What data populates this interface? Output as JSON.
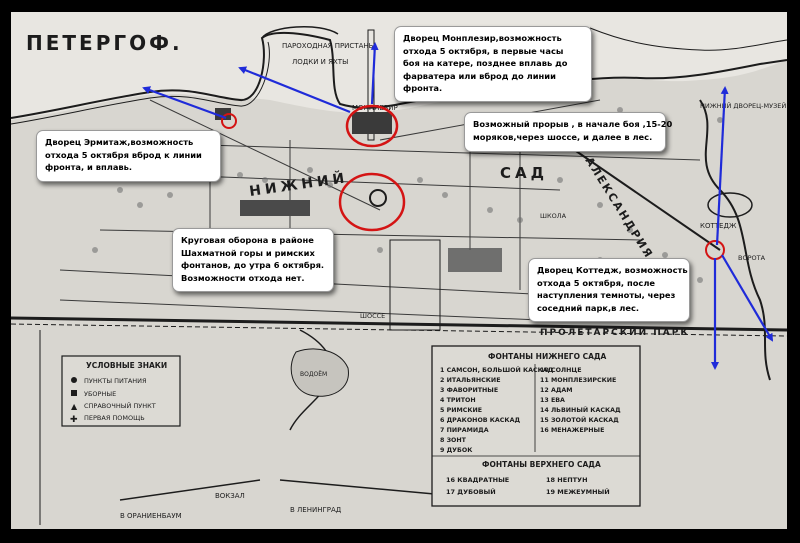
{
  "map": {
    "title": "ПЕТЕРГОФ.",
    "labels": {
      "pier": "ПАРОХОДНАЯ ПРИСТАНЬ",
      "boats": "ЛОДКИ И ЯХТЫ",
      "monplaisir": "МОНПЛЕЗИР",
      "lower": "НИЖНИЙ",
      "garden": "САД",
      "alexandria": "АЛЕКСАНДРИЯ",
      "nizhny_palace": "НИЖНИЙ ДВОРЕЦ-МУЗЕЙ",
      "cottage": "КОТТЕДЖ",
      "gate": "ВОРОТА",
      "proletarsky": "ПРОЛЕТАРСКИЙ ПАРК",
      "station": "ВОКЗАЛ",
      "leningrad": "В ЛЕНИНГРАД",
      "oranienbaum": "В ОРАНИЕНБАУМ",
      "school": "ШКОЛА",
      "reservoir": "ВОДОЁМ",
      "roadside": "ШОССЕ"
    },
    "legend": {
      "title": "УСЛОВНЫЕ ЗНАКИ",
      "items": [
        "ПУНКТЫ ПИТАНИЯ",
        "УБОРНЫЕ",
        "СПРАВОЧНЫЙ ПУНКТ",
        "ПЕРВАЯ ПОМОЩЬ"
      ]
    },
    "fountains": {
      "title_lower": "ФОНТАНЫ НИЖНЕГО САДА",
      "left_col": [
        "1 САМСОН, БОЛЬШОЙ КАСКАД",
        "2 ИТАЛЬЯНСКИЕ",
        "3 ФАВОРИТНЫЕ",
        "4 ТРИТОН",
        "5 РИМСКИЕ",
        "6 ДРАКОНОВ КАСКАД",
        "7 ПИРАМИДА",
        "8 ЗОНТ",
        "9 ДУБОК"
      ],
      "right_col": [
        "10 СОЛНЦЕ",
        "11 МОНПЛЕЗИРСКИЕ",
        "12 АДАМ",
        "13 ЕВА",
        "14 ЛЬВИНЫЙ КАСКАД",
        "15 ЗОЛОТОЙ КАСКАД",
        "16 МЕНАЖЕРНЫЕ"
      ],
      "title_upper": "ФОНТАНЫ ВЕРХНЕГО САДА",
      "upper_left": [
        "16 КВАДРАТНЫЕ",
        "17 ДУБОВЫЙ"
      ],
      "upper_right": [
        "18 НЕПТУН",
        "19 МЕЖЕУМНЫЙ"
      ]
    }
  },
  "callouts": {
    "monplaisir": {
      "lines": [
        "Дворец  Монплезир,возможность",
        "отхода 5 октября, в первые часы",
        "боя на катере, позднее вплавь до",
        "фарватера или вброд до линии",
        "фронта."
      ]
    },
    "hermitage": {
      "lines": [
        "Дворец Эрмитаж,возможность",
        "отхода 5 октября вброд  к линии",
        "фронта, и вплавь."
      ]
    },
    "breakout": {
      "lines": [
        "Возможный прорыв , в начале боя ,15-20",
        "моряков,через шоссе, и далее в лес."
      ]
    },
    "defense": {
      "lines": [
        "Круговая оборона в  районе",
        "Шахматной горы и римских",
        "фонтанов, до утра 6 октября.",
        "Возможности отхода нет."
      ]
    },
    "cottage": {
      "lines": [
        "Дворец Коттедж, возможность",
        "отхода 5 октября, после",
        "наступления темноты, через",
        "соседний парк,в лес."
      ]
    }
  },
  "colors": {
    "arrow": "#1f2bd9",
    "marker": "#d41414",
    "paper": "#d7d5cf",
    "ink": "#1c1c1c"
  }
}
